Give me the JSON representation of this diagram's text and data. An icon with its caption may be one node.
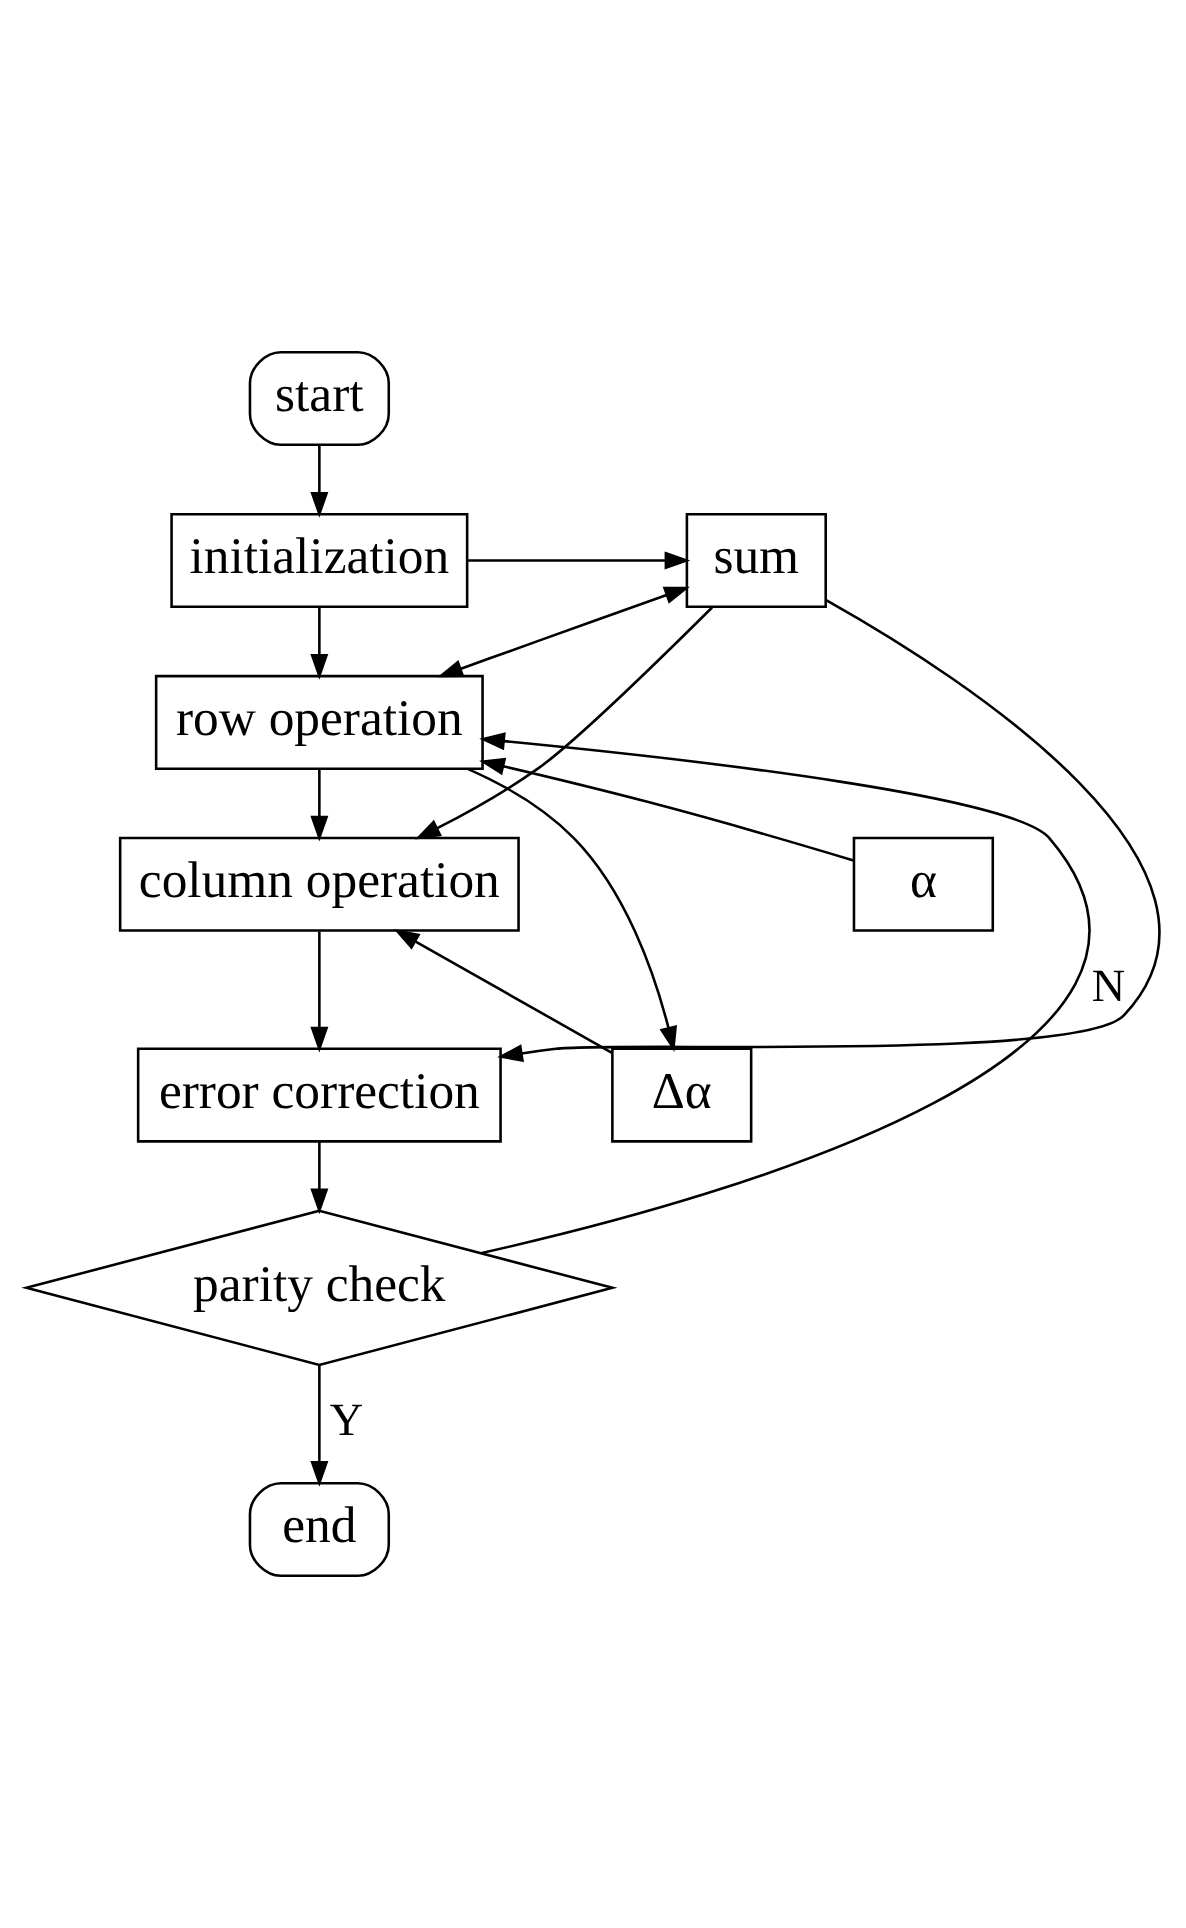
{
  "diagram": {
    "nodes": [
      {
        "text": [
          "start"
        ]
      },
      {
        "text": [
          "initialization"
        ]
      },
      {
        "text": [
          "sum"
        ]
      },
      {
        "text": [
          "row operation"
        ]
      },
      {
        "text": [
          "α"
        ]
      },
      {
        "text": [
          "column operation"
        ]
      },
      {
        "text": [
          "Δα"
        ]
      },
      {
        "text": [
          "error correction"
        ]
      },
      {
        "text": [
          "parity check"
        ]
      },
      {
        "text": [
          "end"
        ]
      }
    ],
    "edges": [
      {
        "from": 0,
        "to": 1,
        "arrow": "to"
      },
      {
        "from": 1,
        "to": 3,
        "arrow": "to"
      },
      {
        "from": 3,
        "to": 5,
        "arrow": "to"
      },
      {
        "from": 5,
        "to": 7,
        "arrow": "to"
      },
      {
        "from": 7,
        "to": 8,
        "arrow": "to"
      },
      {
        "from": 8,
        "to": 9,
        "arrow": "to",
        "label": "Y"
      },
      {
        "from": 8,
        "to": 3,
        "arrow": "to",
        "label": "N"
      },
      {
        "from": 1,
        "to": 2,
        "arrow": "to"
      },
      {
        "from": 2,
        "to": 3,
        "arrow": "both"
      },
      {
        "from": 2,
        "to": 5,
        "arrow": "to"
      },
      {
        "from": 2,
        "to": 7,
        "arrow": "to"
      },
      {
        "from": 4,
        "to": 3,
        "arrow": "to"
      },
      {
        "from": 3,
        "to": 6,
        "arrow": "to"
      },
      {
        "from": 6,
        "to": 5,
        "arrow": "to"
      }
    ]
  }
}
